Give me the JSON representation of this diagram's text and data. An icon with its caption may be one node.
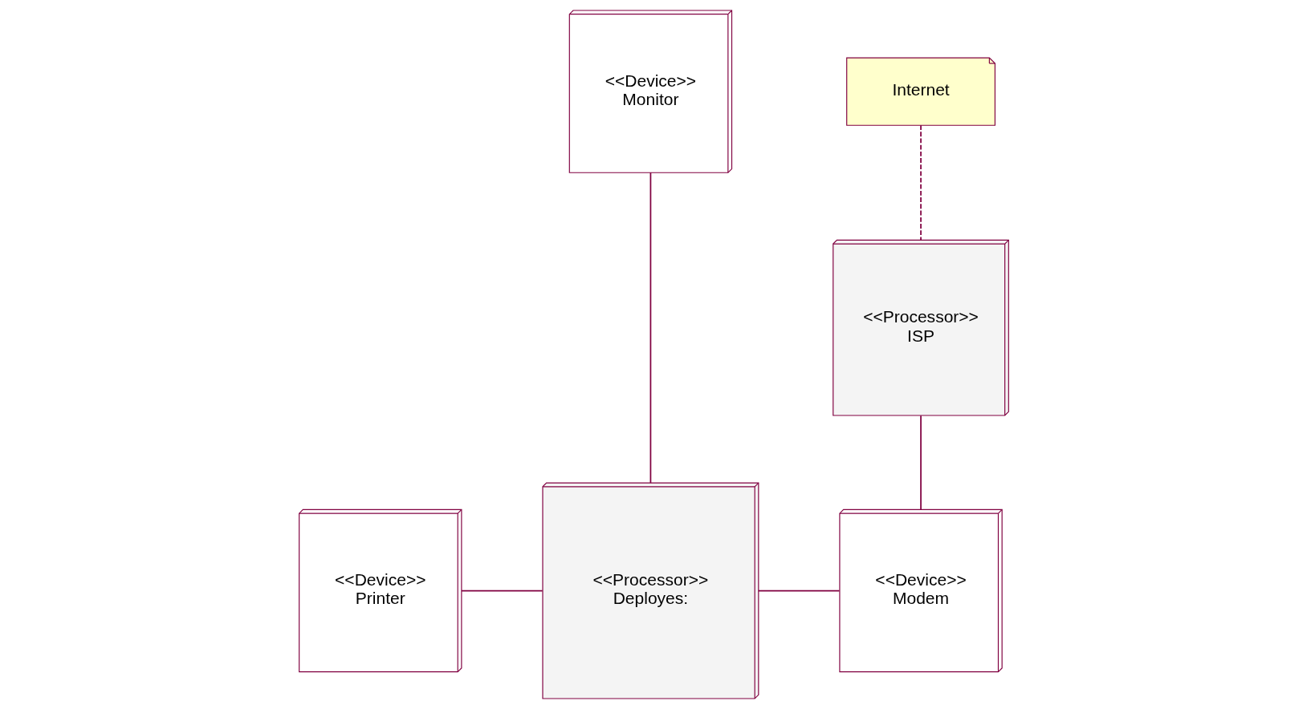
{
  "diagram": {
    "nodes": [
      {
        "text": [
          "<<Device>>",
          "Monitor"
        ]
      },
      {
        "text": [
          "Internet"
        ]
      },
      {
        "text": [
          "<<Processor>>",
          "ISP"
        ]
      },
      {
        "text": [
          "<<Device>>",
          "Printer"
        ]
      },
      {
        "text": [
          "<<Processor>>",
          "Deployes:"
        ]
      },
      {
        "text": [
          "<<Device>>",
          "Modem"
        ]
      }
    ],
    "edges": [
      {
        "from": 0,
        "to": 4,
        "arrow": "none"
      },
      {
        "from": 1,
        "to": 2,
        "arrow": "none",
        "style": "dashed"
      },
      {
        "from": 2,
        "to": 5,
        "arrow": "none"
      },
      {
        "from": 3,
        "to": 4,
        "arrow": "none"
      },
      {
        "from": 4,
        "to": 5,
        "arrow": "none"
      }
    ]
  }
}
